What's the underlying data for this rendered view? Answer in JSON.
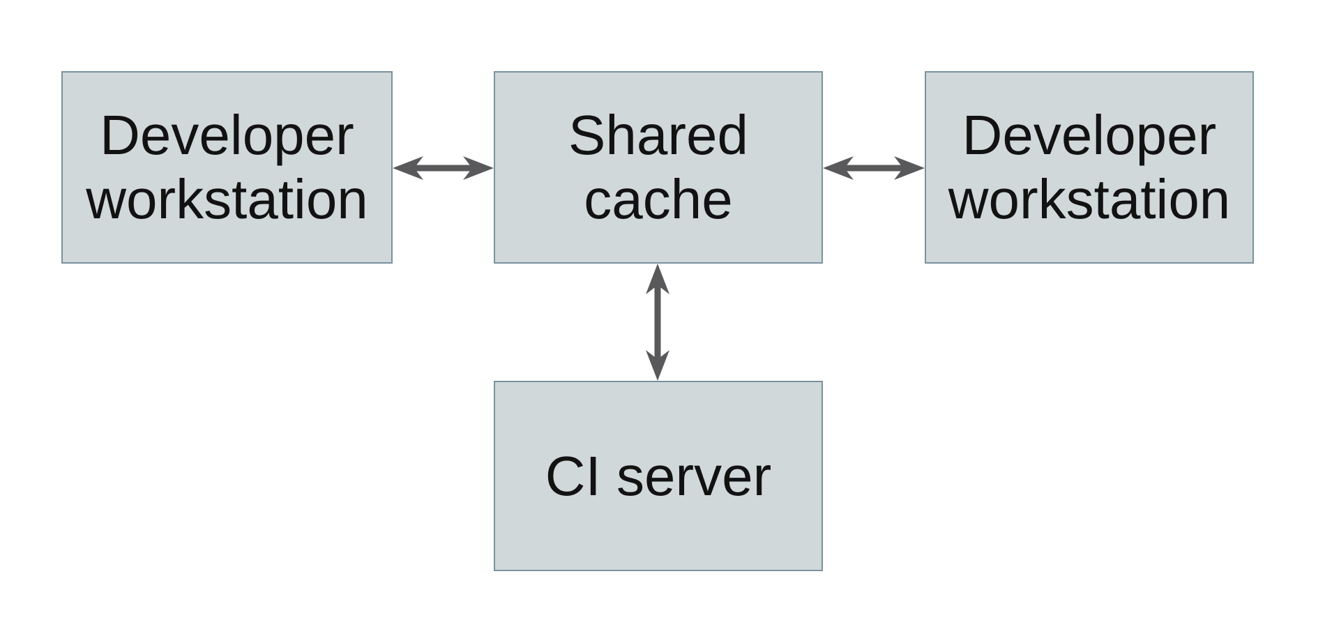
{
  "diagram": {
    "type": "architecture-diagram",
    "colors": {
      "background": "#ffffff",
      "node_fill": "#d1d8da",
      "node_border": "#7a929e",
      "arrow": "#59595b",
      "text": "#121212"
    },
    "nodes": [
      {
        "id": "developer-workstation-left",
        "label": "Developer workstation",
        "lines": [
          "Developer",
          "workstation"
        ]
      },
      {
        "id": "shared-cache",
        "label": "Shared cache",
        "lines": [
          "Shared",
          "cache"
        ]
      },
      {
        "id": "developer-workstation-right",
        "label": "Developer workstation",
        "lines": [
          "Developer",
          "workstation"
        ]
      },
      {
        "id": "ci-server",
        "label": "CI server",
        "lines": [
          "CI server"
        ]
      }
    ],
    "edges": [
      {
        "from": "developer-workstation-left",
        "to": "shared-cache",
        "direction": "bidirectional"
      },
      {
        "from": "shared-cache",
        "to": "developer-workstation-right",
        "direction": "bidirectional"
      },
      {
        "from": "shared-cache",
        "to": "ci-server",
        "direction": "bidirectional"
      }
    ]
  }
}
